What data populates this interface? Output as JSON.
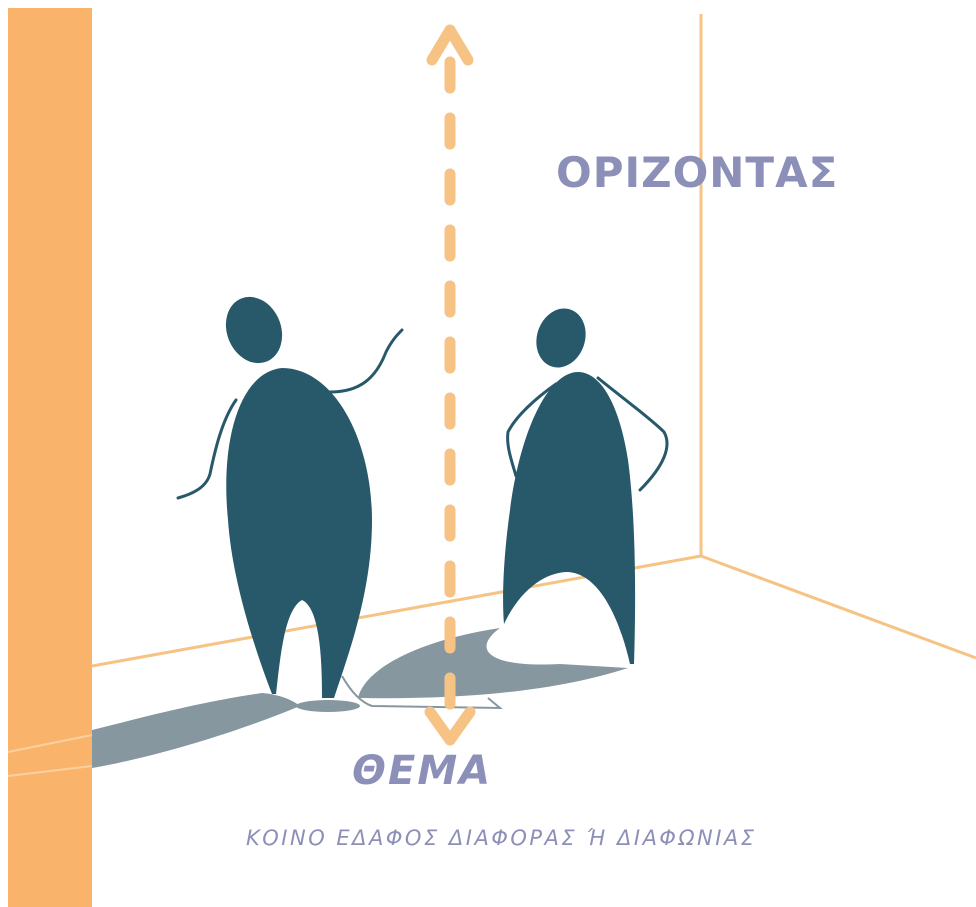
{
  "labels": {
    "horizon": "ΟΡΙΖΟΝΤΑΣ",
    "topic": "ΘΕΜΑ",
    "subtitle": "ΚΟΙΝΟ ΕΔΑΦΟΣ ΔΙΑΦΟΡΑΣ Ή ΔΙΑΦΩΝΙΑΣ"
  },
  "colors": {
    "wall_bar": "#f9b36b",
    "room_lines": "#f6c385",
    "arrow": "#f6c385",
    "figures": "#28596a",
    "shadows": "#86979f",
    "text": "#8c8fb8"
  },
  "icons": {
    "left_figure": "person-gesturing-icon",
    "right_figure": "person-hands-on-hips-icon",
    "arrow": "vertical-double-arrow-icon"
  }
}
